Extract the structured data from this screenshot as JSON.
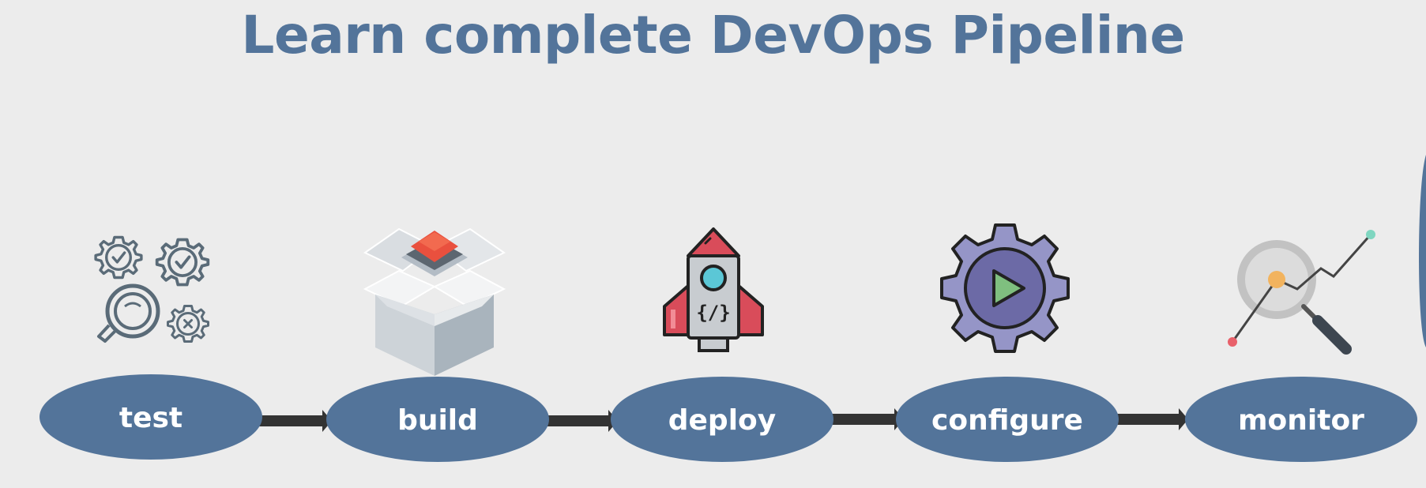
{
  "title": "Learn complete DevOps Pipeline",
  "colors": {
    "background": "#ececec",
    "title": "#53749a",
    "node_fill": "#53749a",
    "node_text": "#ffffff",
    "arrow": "#333333"
  },
  "stages": [
    {
      "label": "test",
      "icon": "gears-magnifier-icon"
    },
    {
      "label": "build",
      "icon": "open-box-icon"
    },
    {
      "label": "deploy",
      "icon": "rocket-code-icon"
    },
    {
      "label": "configure",
      "icon": "gear-play-icon"
    },
    {
      "label": "monitor",
      "icon": "analytics-magnifier-icon"
    }
  ]
}
